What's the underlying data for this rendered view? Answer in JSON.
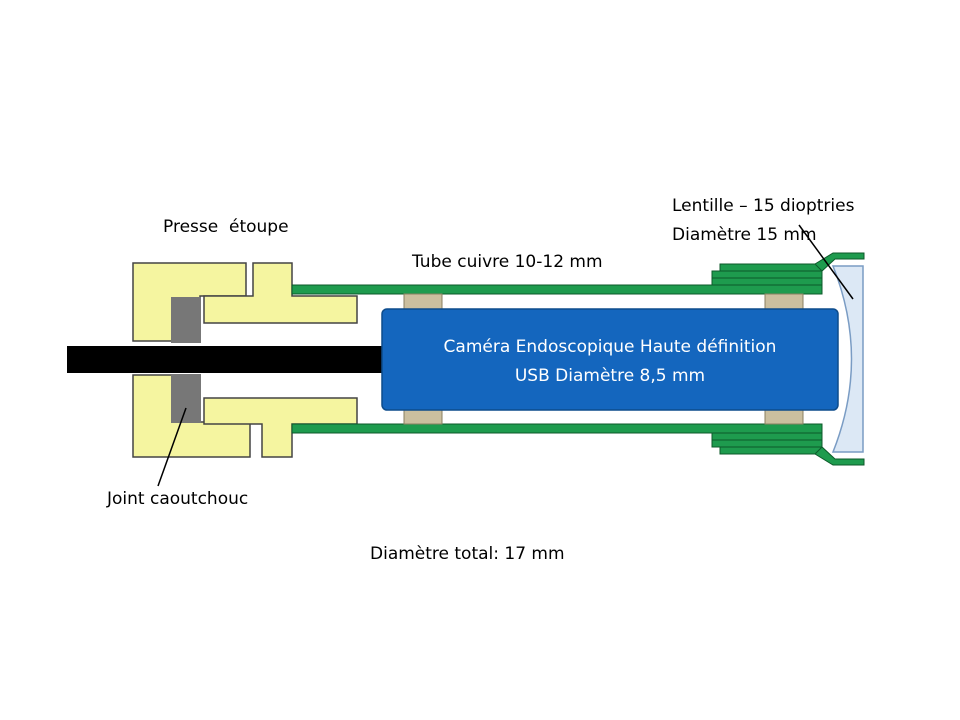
{
  "labels": {
    "presse_etoupe": "Presse  étoupe",
    "tube": "Tube cuivre 10-12 mm",
    "lentille_line1": "Lentille – 15 dioptries",
    "lentille_line2": "Diamètre 15 mm",
    "camera_line1": "Caméra Endoscopique Haute définition",
    "camera_line2": "USB Diamètre 8,5 mm",
    "joint": "Joint caoutchouc",
    "diametre_total": "Diamètre total: 17 mm"
  },
  "colors": {
    "tube_green": "#1e9b4e",
    "gland_yellow": "#f5f5a0",
    "rubber_gray": "#777777",
    "camera_blue": "#1466be",
    "spacer_tan": "#cbbf9f",
    "lens_blue": "#dce8f5",
    "cable_black": "#000000"
  }
}
